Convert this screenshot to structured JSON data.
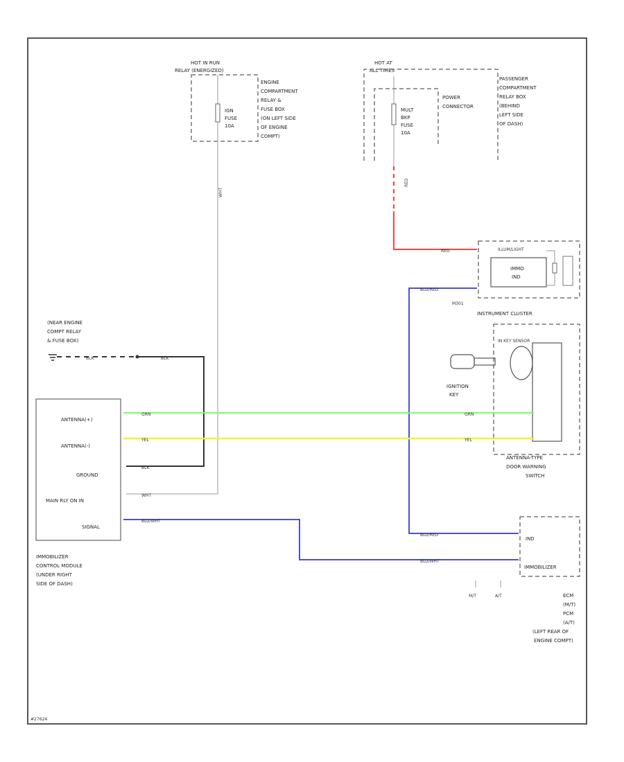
{
  "labels": {
    "hot_in_run": "HOT IN RUN",
    "hot_in_run_2": "RELAY (ENERGIZED)",
    "engine_box": [
      "ENGINE",
      "COMPARTMENT",
      "RELAY &",
      "FUSE BOX",
      "(ON LEFT SIDE",
      "OF ENGINE",
      "COMPT)"
    ],
    "ign_fuse": [
      "IGN",
      "FUSE",
      "10A"
    ],
    "hot_at": "HOT AT",
    "all_times": "ALL TIMES",
    "multi_fuse": [
      "MULT",
      "BKP",
      "FUSE",
      "10A"
    ],
    "power_connector": [
      "POWER",
      "CONNECTOR"
    ],
    "passenger_box": [
      "PASSENGER",
      "COMPARTMENT",
      "RELAY BOX",
      "(BEHIND",
      "LEFT SIDE",
      "OF DASH)"
    ],
    "wht_wire": "WHT",
    "red_wire": "RED",
    "red_wire_2": "RED",
    "blu_red_wire": "BLU/RED",
    "instrument_cluster": "INSTRUMENT CLUSTER",
    "clock_label": "M301",
    "cluster_inner": [
      "IMMO",
      "IND"
    ],
    "cluster_top": "ILLUM/LIGHT",
    "engine_relay_note": [
      "(NEAR ENGINE",
      "COMPT RELAY",
      "& FUSE BOX)"
    ],
    "blk_label": "BLK",
    "blk_label_2": "BLK",
    "ignition_key": [
      "IGNITION",
      "KEY"
    ],
    "in_key_sensor": "IN KEY SENSOR",
    "antenna_door": [
      "ANTENNA-TYPE",
      "DOOR WARNING",
      "SWITCH"
    ],
    "module_pins": [
      "ANTENNA(+)",
      "ANTENNA(-)",
      "GROUND",
      "MAIN RLY ON IN",
      "SIGNAL"
    ],
    "grn_wire": "GRN",
    "grn_wire_2": "GRN",
    "yel_wire": "YEL",
    "yel_wire_2": "YEL",
    "blk_wire": "BLK",
    "wht_wire_2": "WHT",
    "blu_wht_wire": "BLU/WHT",
    "blu_red_2": "BLU/RED",
    "blu_wht_2": "BLU/WHT",
    "module_name": [
      "IMMOBILIZER",
      "CONTROL MODULE",
      "(UNDER RIGHT",
      "SIDE OF DASH)"
    ],
    "ecm_box": [
      "IND",
      "IMMOBILIZER"
    ],
    "mt": "M/T",
    "at": "A/T",
    "ecm_pcm": [
      "ECM",
      "(M/T)",
      "PCM",
      "(A/T)",
      "(LEFT REAR OF",
      "ENGINE COMPT)"
    ],
    "footer": "#27624"
  },
  "colors": {
    "green": "#7CFC6A",
    "yellow": "#F2F23A",
    "red": "#FF4040",
    "blue": "#5050D0",
    "gray": "#999999",
    "black": "#333333"
  }
}
